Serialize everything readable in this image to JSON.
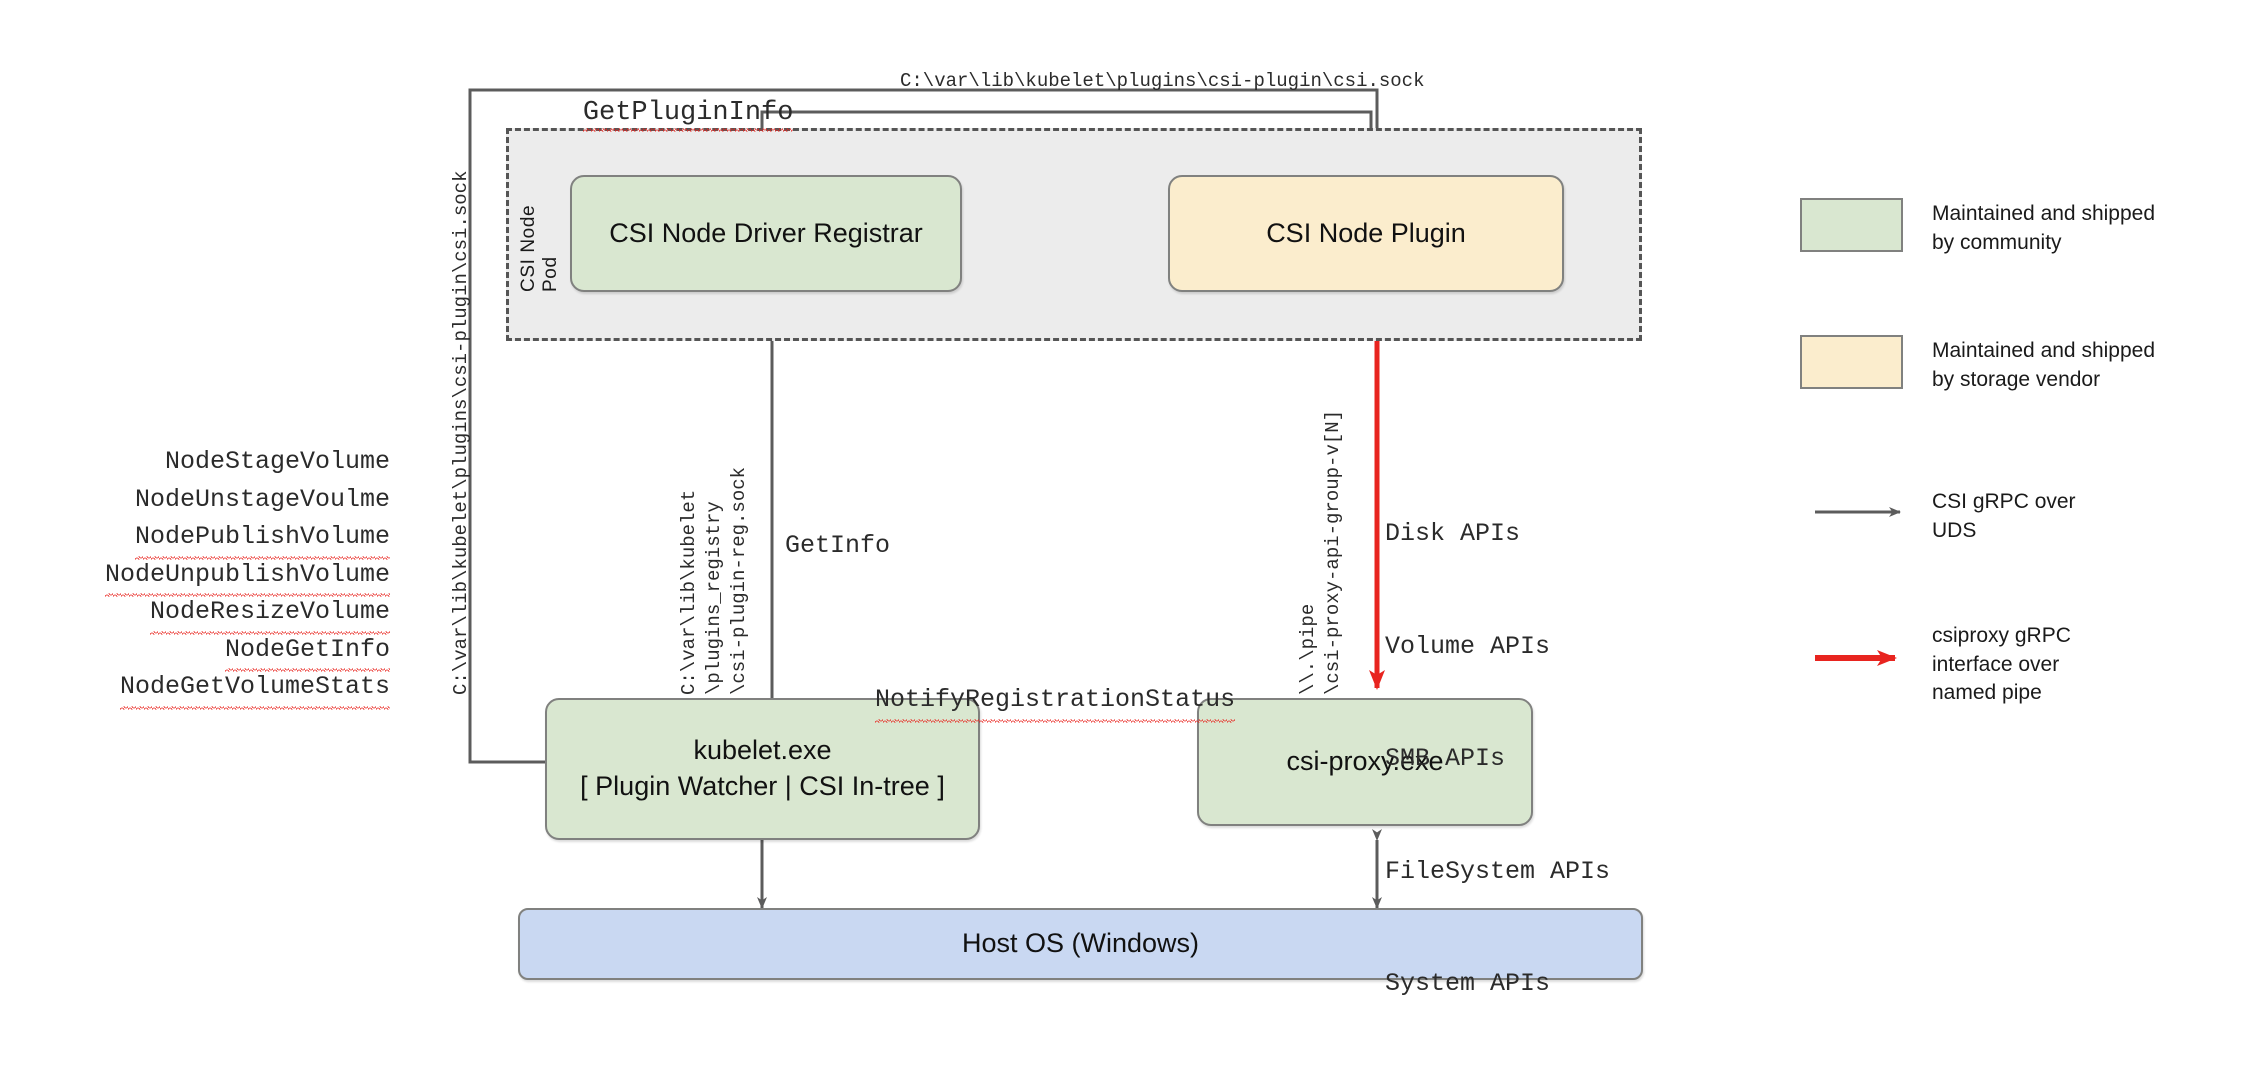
{
  "diagram": {
    "title_labels": {
      "get_plugin_info": "GetPluginInfo",
      "csi_sock_path": "C:\\var\\lib\\kubelet\\plugins\\csi-plugin\\csi.sock"
    },
    "pod": {
      "label": "CSI Node Pod"
    },
    "nodes": {
      "registrar": "CSI Node Driver Registrar",
      "node_plugin": "CSI Node Plugin",
      "kubelet_line1": "kubelet.exe",
      "kubelet_line2": "[ Plugin Watcher | CSI In-tree ]",
      "csi_proxy": "csi-proxy.exe",
      "host_os": "Host OS (Windows)"
    },
    "edge_labels": {
      "left_vertical_socket": "C:\\var\\lib\\kubelet\\plugins\\csi-plugin\\csi.sock",
      "registry_path_line1": "C:\\var\\lib\\kubelet",
      "registry_path_line2": "\\plugins_registry",
      "registry_path_line3": "\\csi-plugin-reg.sock",
      "pipe_line1": "\\\\.\\pipe",
      "pipe_line2": "\\csi-proxy-api-group-v[N]"
    },
    "registration_calls": [
      "GetInfo",
      "NotifyRegistrationStatus"
    ],
    "csi_node_apis": [
      "NodeStageVolume",
      "NodeUnstageVoulme",
      "NodePublishVolume",
      "NodeUnpublishVolume",
      "NodeResizeVolume",
      "NodeGetInfo",
      "NodeGetVolumeStats"
    ],
    "csi_proxy_apis": [
      "Disk APIs",
      "Volume APIs",
      "SMB APIs",
      "FileSystem APIs",
      "System APIs"
    ],
    "legend": {
      "items": [
        {
          "kind": "swatch",
          "color": "#d9e7d0",
          "label_line1": "Maintained and shipped",
          "label_line2": "by community"
        },
        {
          "kind": "swatch",
          "color": "#fbedcd",
          "label_line1": "Maintained and shipped",
          "label_line2": "by storage vendor"
        },
        {
          "kind": "arrow",
          "color": "#5c5c5c",
          "label_line1": "CSI gRPC over",
          "label_line2": "UDS",
          "label_line3": ""
        },
        {
          "kind": "arrow",
          "color": "#e8241f",
          "label_line1": "csiproxy gRPC",
          "label_line2": "interface over",
          "label_line3": "named pipe"
        }
      ]
    },
    "colors": {
      "community_green": "#d9e7d0",
      "vendor_yellow": "#fbedcd",
      "host_blue": "#c9d8f2",
      "pod_gray": "#ececec",
      "edge_gray": "#5c5c5c",
      "edge_red": "#e8241f",
      "border_gray": "#80817f"
    }
  }
}
